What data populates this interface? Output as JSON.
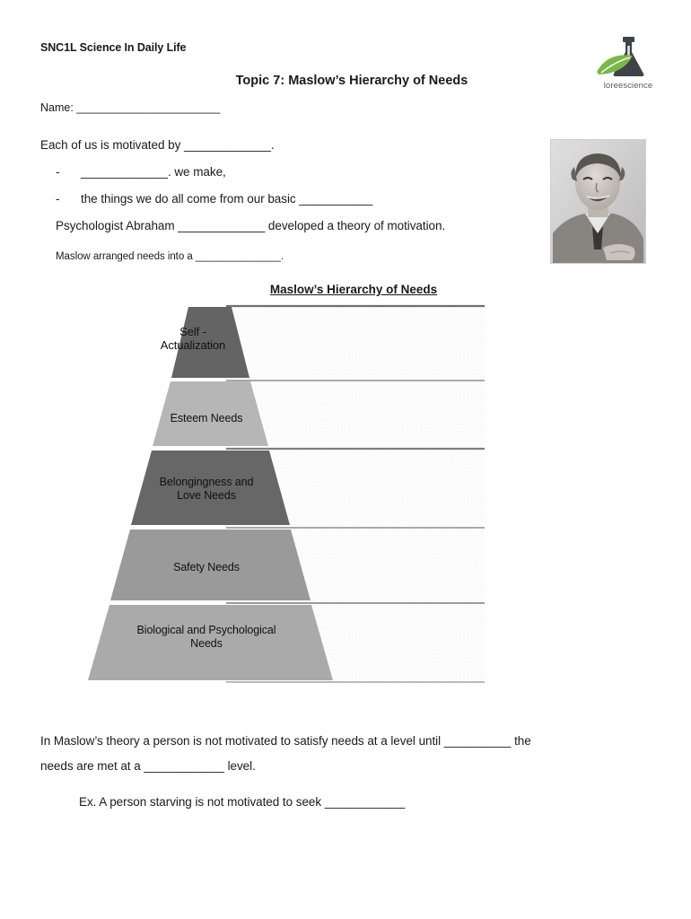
{
  "header": {
    "course": "SNC1L Science In Daily Life",
    "title": "Topic 7: Maslow’s Hierarchy of Needs",
    "name_field": "Name: _______________________"
  },
  "logo": {
    "brand": "loreescience",
    "flask_icon": "flask-icon",
    "leaf_icon": "leaf-icon",
    "flask_color": "#3f4247",
    "leaf_color": "#7ab648"
  },
  "portrait": {
    "alt": "Abraham Maslow portrait photograph"
  },
  "intro": {
    "line1": "Each of us is motivated by _____________.",
    "bullet1": "_____________.  we make,",
    "bullet2": "the things we do all come from our basic ___________",
    "bullet_marker": "-",
    "line2": "Psychologist Abraham _____________ developed a theory of motivation.",
    "line3": "Maslow arranged needs into a _______________."
  },
  "pyramid": {
    "heading": "Maslow’s Hierarchy of Needs",
    "tiers": [
      {
        "label": "Self -\nActualization",
        "color": "#6b6b6b",
        "level": 1
      },
      {
        "label": "Esteem Needs",
        "color": "#b6b6b6",
        "level": 2
      },
      {
        "label": "Belongingness and\nLove Needs",
        "color": "#6e6e6e",
        "level": 3
      },
      {
        "label": "Safety Needs",
        "color": "#9a9a9a",
        "level": 4
      },
      {
        "label": "Biological and Psychological\nNeeds",
        "color": "#aaaaaa",
        "level": 5
      }
    ],
    "notes_area": {
      "description": "blank ruled answer bands to the right of each tier",
      "band_count": 5,
      "rule_color": "#a8a8a8"
    }
  },
  "footer": {
    "line1": "In Maslow’s theory a person is not motivated to satisfy needs at a level until __________ the",
    "line2": "needs are met at a ____________ level.",
    "line3": "Ex. A person starving is not motivated to seek ____________"
  }
}
